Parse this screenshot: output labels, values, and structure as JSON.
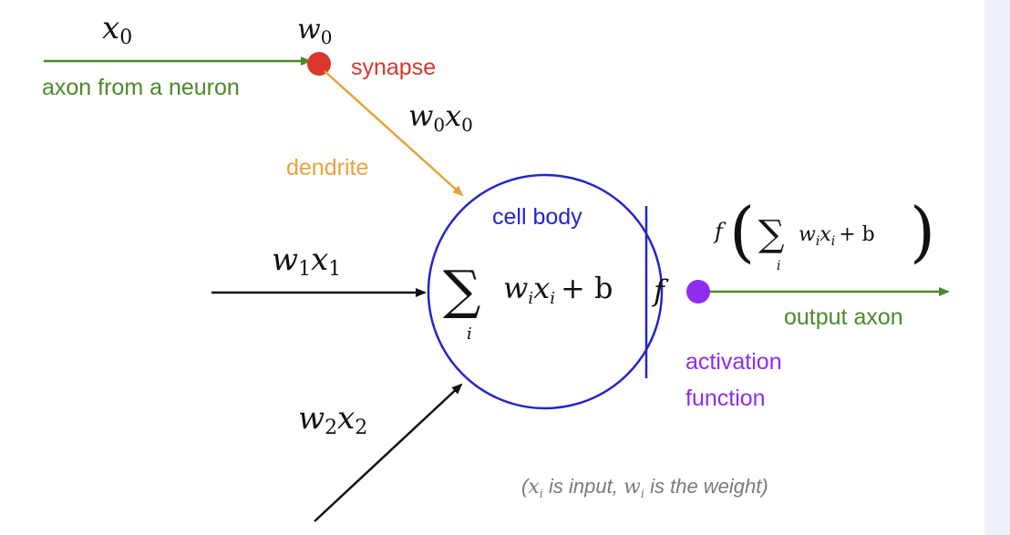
{
  "colors": {
    "axon_green": "#4a8a2a",
    "synapse_red": "#d9372b",
    "dendrite_orange": "#e8a23a",
    "cell_blue": "#2525c8",
    "activation_purple": "#8e2cf0",
    "arrow_black": "#111111",
    "note_gray": "#7a7a7a",
    "side_strip": "#eef2f8"
  },
  "labels": {
    "x0": "x",
    "x0_sub": "0",
    "w0": "w",
    "w0_sub": "0",
    "synapse": "synapse",
    "axon_from": "axon from a neuron",
    "w0x0_w": "w",
    "w0x0_wsub": "0",
    "w0x0_x": "x",
    "w0x0_xsub": "0",
    "dendrite": "dendrite",
    "cell_body": "cell body",
    "w1x1_w": "w",
    "w1x1_wsub": "1",
    "w1x1_x": "x",
    "w1x1_xsub": "1",
    "w2x2_w": "w",
    "w2x2_wsub": "2",
    "w2x2_x": "x",
    "w2x2_xsub": "2",
    "sum_symbol": "∑",
    "sum_index": "i",
    "sum_w": "w",
    "sum_wsub": "i",
    "sum_x": "x",
    "sum_xsub": "i",
    "sum_plus_b": "+ b",
    "f": "f",
    "out_f": "f",
    "out_lparen": "(",
    "out_rparen": ")",
    "out_sum_symbol": "∑",
    "out_sum_index": "i",
    "out_w": "w",
    "out_wsub": "i",
    "out_x": "x",
    "out_xsub": "i",
    "out_plus_b": "+ b",
    "output_axon": "output axon",
    "activation_line1": "activation",
    "activation_line2": "function"
  },
  "footnote": {
    "open": "(",
    "x": "x",
    "xsub": "i",
    "mid": " is input, ",
    "w": "w",
    "wsub": "i",
    "end": " is the weight)"
  }
}
